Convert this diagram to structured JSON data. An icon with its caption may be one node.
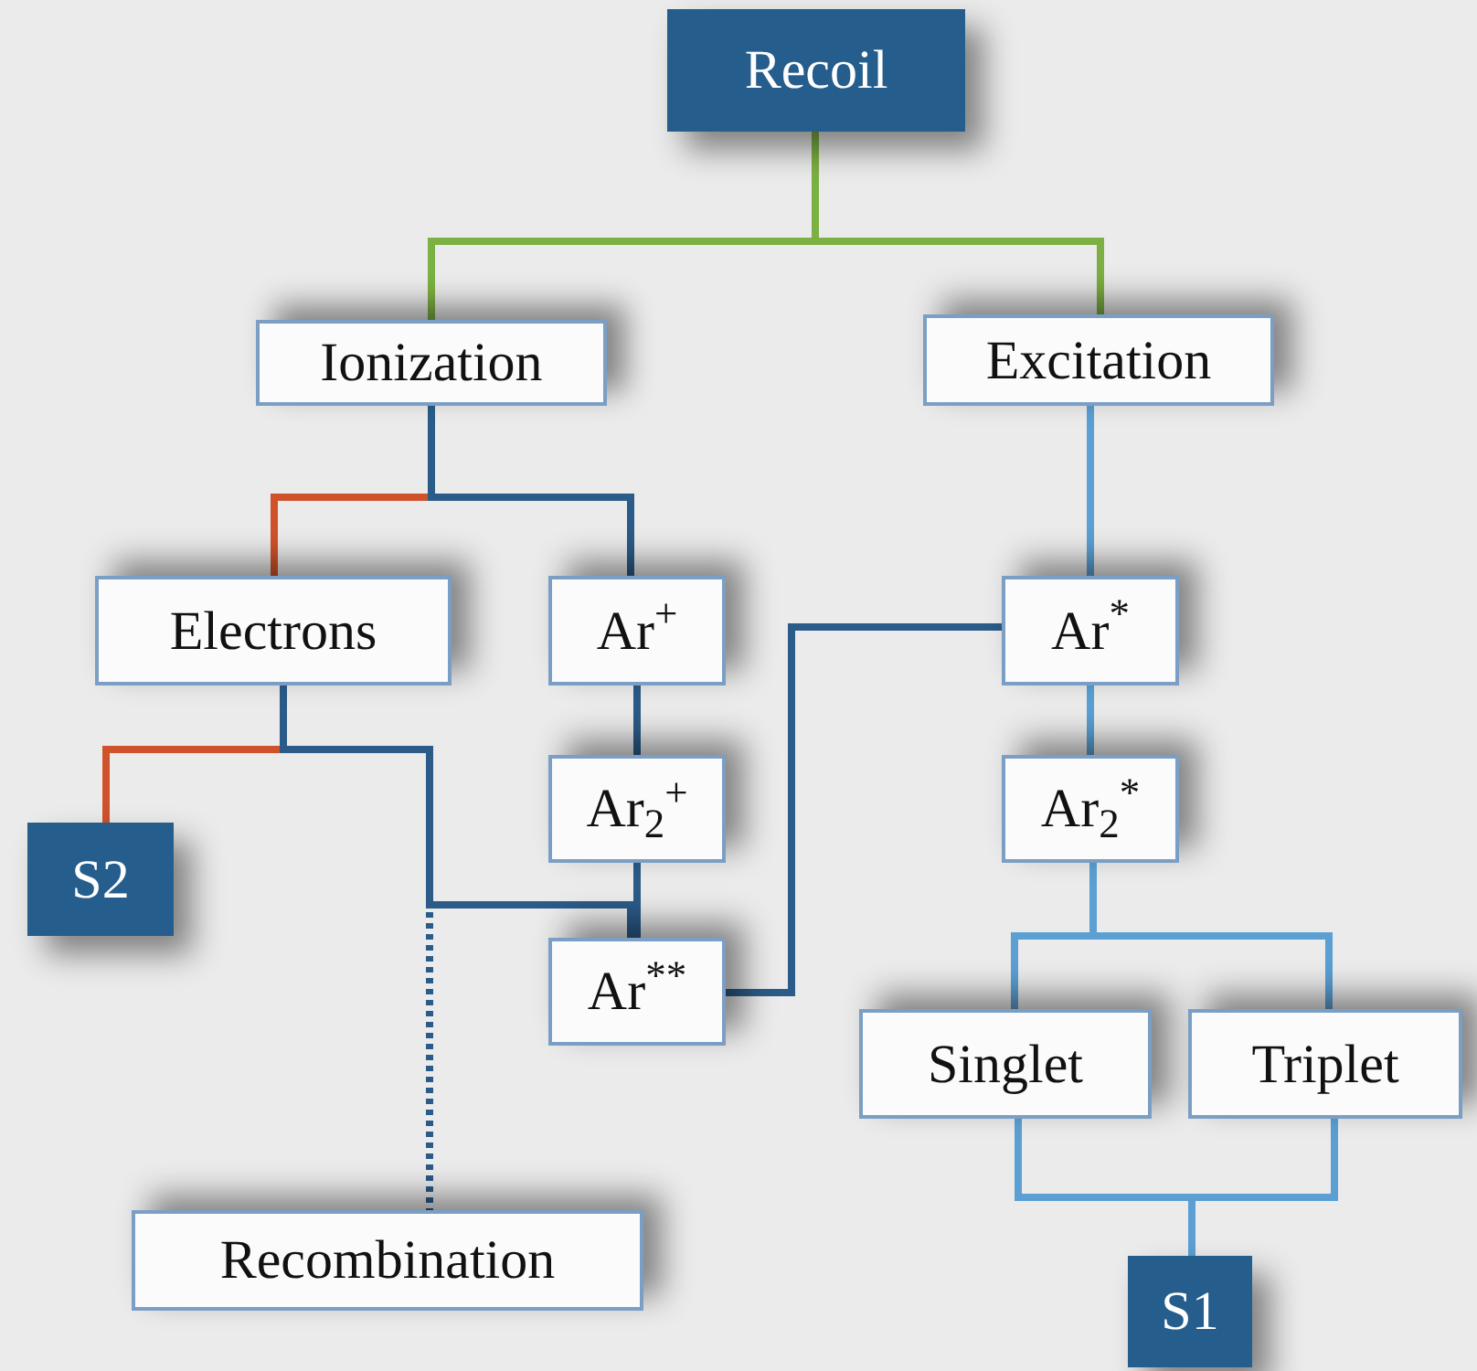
{
  "diagram": {
    "nodes": [
      {
        "text": [
          "Recoil"
        ]
      },
      {
        "text": [
          "Ionization"
        ]
      },
      {
        "text": [
          "Excitation"
        ]
      },
      {
        "text": [
          "Electrons"
        ]
      },
      {
        "text": [
          "Ar$^{+}$"
        ]
      },
      {
        "text": [
          "Ar$^{*}$"
        ]
      },
      {
        "text": [
          "Ar$_{2}$$^{+}$"
        ]
      },
      {
        "text": [
          "Ar$_{2}$$^{*}$"
        ]
      },
      {
        "text": [
          "S2"
        ]
      },
      {
        "text": [
          "Ar$^{**}$"
        ]
      },
      {
        "text": [
          "Singlet"
        ]
      },
      {
        "text": [
          "Triplet"
        ]
      },
      {
        "text": [
          "Recombination"
        ]
      },
      {
        "text": [
          "S1"
        ]
      }
    ],
    "edges": [
      {
        "from": 0,
        "to": 1,
        "arrow": "none",
        "color": "#7cb043"
      },
      {
        "from": 0,
        "to": 2,
        "arrow": "none",
        "color": "#7cb043"
      },
      {
        "from": 1,
        "to": 3,
        "arrow": "none",
        "color": "#d0522a"
      },
      {
        "from": 1,
        "to": 4,
        "arrow": "none",
        "color": "#2b5b88"
      },
      {
        "from": 2,
        "to": 5,
        "arrow": "none"
      },
      {
        "from": 3,
        "to": 8,
        "arrow": "none",
        "color": "#d0522a"
      },
      {
        "from": 3,
        "to": 9,
        "arrow": "none",
        "color": "#2b5b88"
      },
      {
        "from": 3,
        "to": 12,
        "arrow": "none",
        "color": "#2b5b88",
        "style": "dashed"
      },
      {
        "from": 4,
        "to": 6,
        "arrow": "none",
        "color": "#2b5b88"
      },
      {
        "from": 6,
        "to": 9,
        "arrow": "none",
        "color": "#2b5b88"
      },
      {
        "from": 9,
        "to": 5,
        "arrow": "none",
        "color": "#2b5b88"
      },
      {
        "from": 5,
        "to": 7,
        "arrow": "none"
      },
      {
        "from": 7,
        "to": 10,
        "arrow": "none"
      },
      {
        "from": 7,
        "to": 11,
        "arrow": "none"
      },
      {
        "from": 10,
        "to": 13,
        "arrow": "none"
      },
      {
        "from": 11,
        "to": 13,
        "arrow": "none"
      }
    ]
  }
}
